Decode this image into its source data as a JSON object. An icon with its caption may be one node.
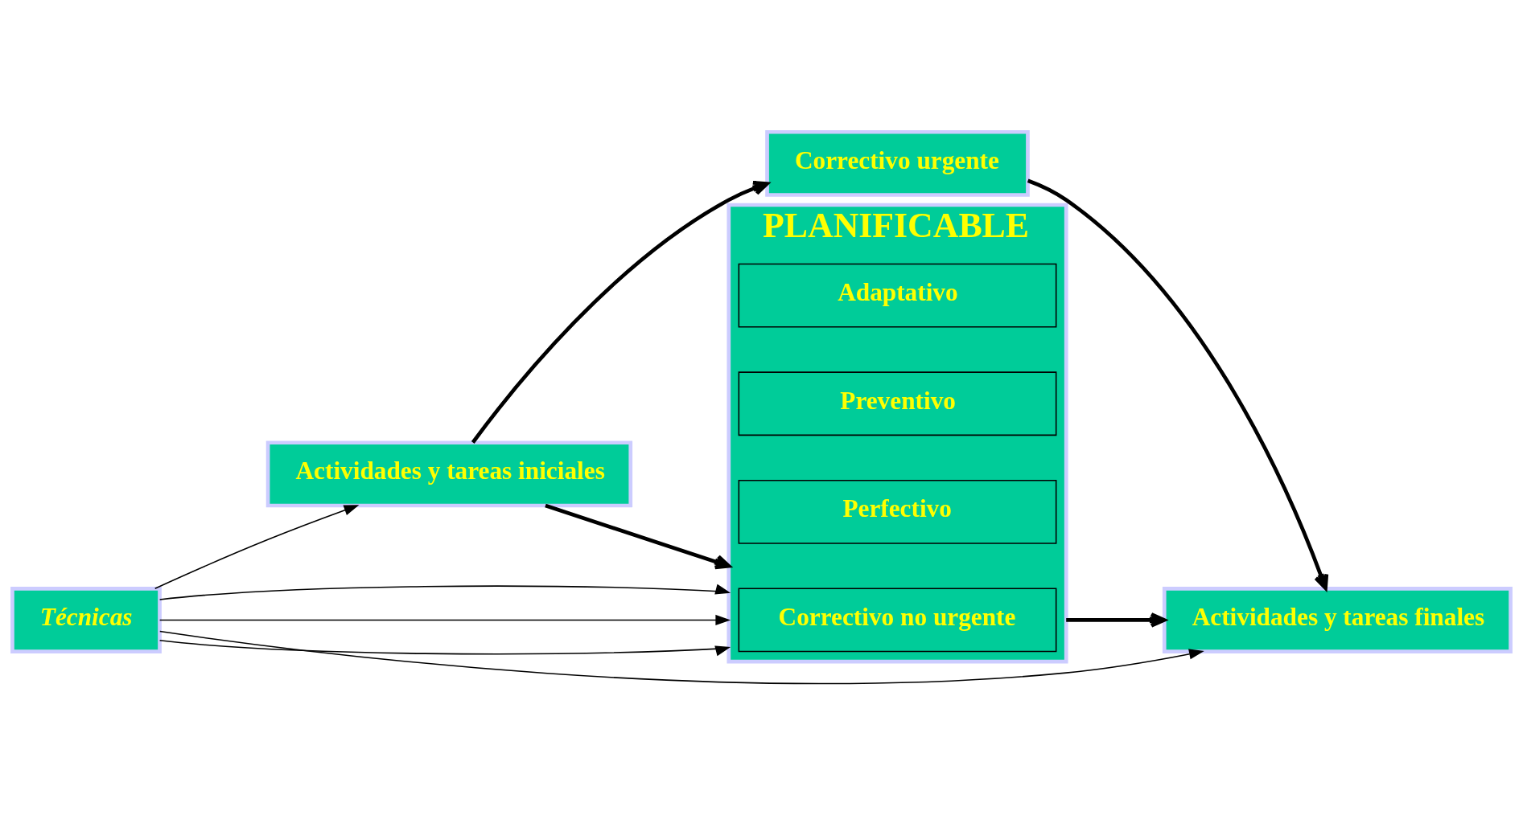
{
  "diagram": {
    "nodes": [
      {
        "text": [
          "Correctivo urgente"
        ]
      },
      {
        "text": [
          "Actividades y tareas iniciales"
        ]
      },
      {
        "text": [
          "PLANIFICABLE"
        ]
      },
      {
        "text": [
          "Correctivo no urgente"
        ],
        "in": 2
      },
      {
        "text": [
          "Perfectivo"
        ],
        "in": 2
      },
      {
        "text": [
          "Preventivo"
        ],
        "in": 2
      },
      {
        "text": [
          "Adaptativo"
        ],
        "in": 2
      },
      {
        "text": [
          "Actividades y tareas finales"
        ]
      },
      {
        "text": [
          "Técnicas"
        ]
      }
    ],
    "edges": [
      {
        "from": 1,
        "to": 0,
        "arrow": "to",
        "style": "thick"
      },
      {
        "from": 1,
        "to": 2,
        "arrow": "to",
        "style": "thick"
      },
      {
        "from": 0,
        "to": 7,
        "arrow": "to",
        "style": "thick"
      },
      {
        "from": 2,
        "to": 7,
        "arrow": "to",
        "style": "thick"
      },
      {
        "from": 8,
        "to": 1,
        "arrow": "to"
      },
      {
        "from": 8,
        "to": 2,
        "arrow": "to"
      },
      {
        "from": 8,
        "to": 2,
        "arrow": "to"
      },
      {
        "from": 8,
        "to": 2,
        "arrow": "to"
      },
      {
        "from": 8,
        "to": 7,
        "arrow": "to"
      }
    ]
  }
}
